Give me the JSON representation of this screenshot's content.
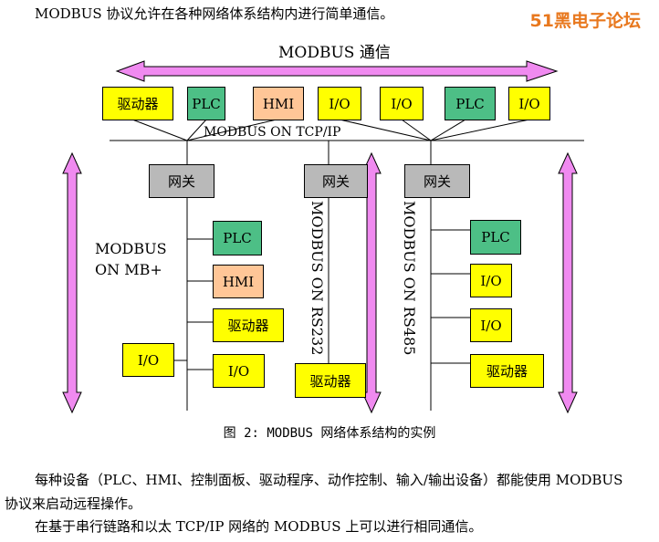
{
  "header_text": "MODBUS 协议允许在各种网络体系结构内进行简单通信。",
  "watermark": "51黑电子论坛",
  "diagram": {
    "top_label": "MODBUS 通信",
    "tcp_label": "MODBUS ON TCP/IP",
    "top_devices": [
      "驱动器",
      "PLC",
      "HMI",
      "I/O",
      "I/O",
      "PLC",
      "I/O"
    ],
    "gateway_label": "网关",
    "mbplus_label_line1": "MODBUS",
    "mbplus_label_line2": "ON MB+",
    "mbplus_devices": [
      "PLC",
      "HMI",
      "驱动器",
      "I/O"
    ],
    "mbplus_side_device": "I/O",
    "rs232_label": "MODBUS ON RS232",
    "rs232_device": "驱动器",
    "rs485_label": "MODBUS ON RS485",
    "rs485_devices": [
      "PLC",
      "I/O",
      "I/O",
      "驱动器"
    ],
    "colors": {
      "yellow": "#ffff00",
      "green": "#4dbf86",
      "peach": "#ffc697",
      "gray": "#b9b9b9",
      "arrow": "#f08af0"
    }
  },
  "caption": "图 2: MODBUS 网络体系结构的实例",
  "paragraphs": [
    "每种设备（PLC、HMI、控制面板、驱动程序、动作控制、输入/输出设备）都能使用 MODBUS",
    "协议来启动远程操作。",
    "在基于串行链路和以太 TCP/IP 网络的 MODBUS 上可以进行相同通信。"
  ]
}
